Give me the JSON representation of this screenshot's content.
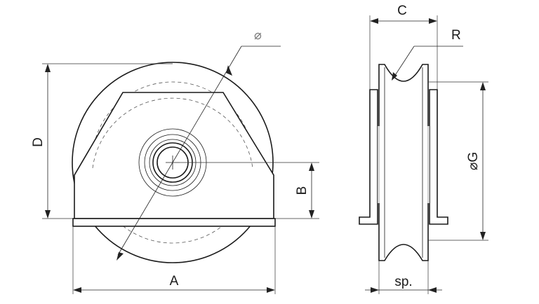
{
  "labels": {
    "A": "A",
    "B": "B",
    "C": "C",
    "D": "D",
    "R": "R",
    "G": "⌀G",
    "sp": "sp.",
    "diameter": "⌀"
  }
}
